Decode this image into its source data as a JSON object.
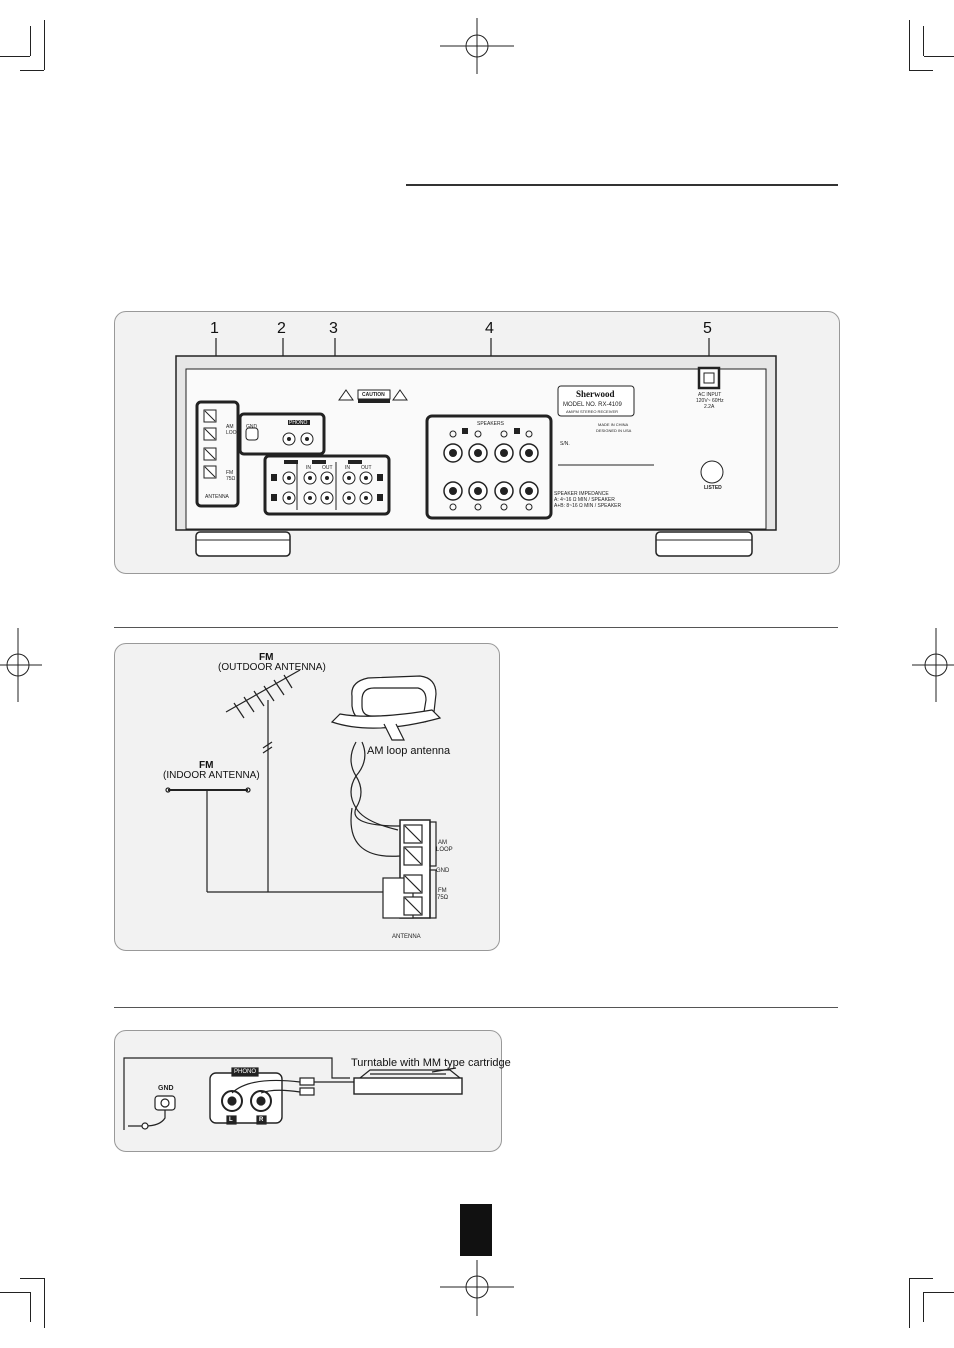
{
  "rear_panel": {
    "callouts": [
      "1",
      "2",
      "3",
      "4",
      "5"
    ],
    "caution_label": "CAUTION",
    "antenna_label": "ANTENNA",
    "phono_label": "PHONO",
    "gnd_label": "GND",
    "am_loop_label": "AM LOOP",
    "fm_label": "FM 75Ω",
    "speakers_label": "SPEAKERS",
    "in_label": "IN",
    "out_label": "OUT",
    "brand": "Sherwood",
    "model": "MODEL NO. RX-4109",
    "model_sub": "AM/FM STEREO RECEIVER",
    "made_in": "MADE IN CHINA",
    "designed_in": "DESIGNED IN USA",
    "serial": "S/N.",
    "ac_input": "AC INPUT",
    "ac_rating": "120V~ 60Hz",
    "ac_current": "2.2A",
    "ul_listed": "LISTED",
    "speaker_impedance_1": "SPEAKER IMPEDANCE",
    "speaker_impedance_2": "A: 4~16 Ω MIN / SPEAKER",
    "speaker_impedance_3": "A+B: 8~16 Ω MIN / SPEAKER"
  },
  "antenna_diagram": {
    "fm_outdoor_title": "FM",
    "fm_outdoor_sub": "(OUTDOOR ANTENNA)",
    "fm_indoor_title": "FM",
    "fm_indoor_sub": "(INDOOR ANTENNA)",
    "am_loop": "AM loop antenna",
    "am": "AM",
    "loop": "LOOP",
    "gnd": "GND",
    "fm": "FM",
    "ohm": "75Ω",
    "antenna": "ANTENNA"
  },
  "phono_diagram": {
    "turntable": "Turntable with MM type cartridge",
    "gnd": "GND",
    "phono": "PHONO",
    "left": "L",
    "right": "R"
  }
}
